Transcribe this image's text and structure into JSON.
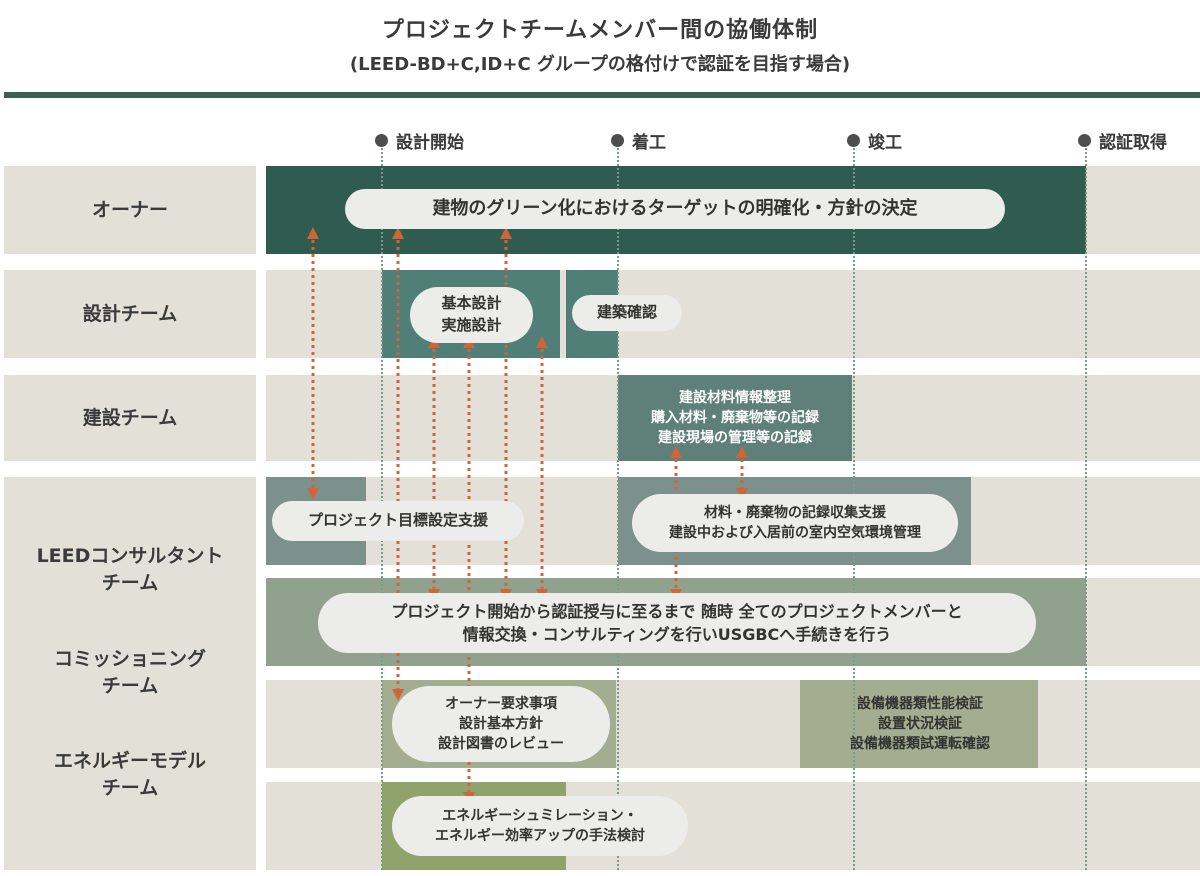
{
  "header": {
    "title": "プロジェクトチームメンバー間の協働体制",
    "subtitle": "(LEED-BD+C,ID+C グループの格付けで認証を目指す場合)"
  },
  "milestones": [
    "設計開始",
    "着工",
    "竣工",
    "認証取得"
  ],
  "rows": {
    "owner": "オーナー",
    "design": "設計チーム",
    "construction": "建設チーム",
    "leed": "LEEDコンサルタント\nチーム",
    "commissioning": "コミッショニング\nチーム",
    "energy": "エネルギーモデル\nチーム"
  },
  "tasks": {
    "owner_goal": "建物のグリーン化におけるターゲットの明確化・方針の決定",
    "design_basic": "基本設計\n実施設計",
    "design_confirm": "建築確認",
    "construction_records": "建設材料情報整理\n購入材料・廃棄物等の記録\n建設現場の管理等の記録",
    "leed_goal_support": "プロジェクト目標設定支援",
    "leed_collection": "材料・廃棄物の記録収集支援\n建設中および入居前の室内空気環境管理",
    "leed_ongoing": "プロジェクト開始から認証授与に至るまで 随時 全てのプロジェクトメンバーと\n情報交換・コンサルティングを行いUSGBCへ手続きを行う",
    "cx_review": "オーナー要求事項\n設計基本方針\n設計図書のレビュー",
    "cx_verification": "設備機器類性能検証\n設置状況検証\n設備機器類試運転確認",
    "energy_sim": "エネルギーシュミレーション・\nエネルギー効率アップの手法検討"
  },
  "colors": {
    "owner_block": "#2f5c4e",
    "design_block": "#4f7f76",
    "construction_block": "#5f8078",
    "leed_block": "#7c918b",
    "leed_wide": "#90a18d",
    "cx_block": "#a4ad8f",
    "energy_block": "#8fa36a",
    "lane_bg": "#e3e0d8",
    "arrow": "#d0643a"
  }
}
